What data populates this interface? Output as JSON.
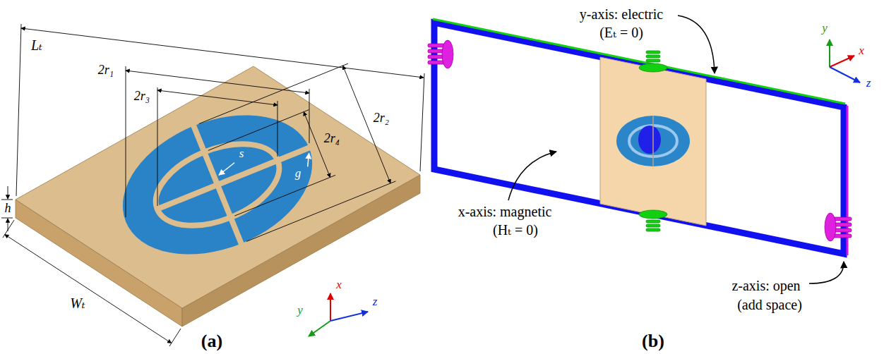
{
  "diagram": {
    "labels": [
      "Lₜ",
      "2r₁",
      "2r₃",
      "2r₂",
      "2r₄",
      "s",
      "g",
      "h",
      "Wₜ",
      "y",
      "x",
      "z",
      "(a)",
      "y-axis: electric",
      "(Eₜ = 0)",
      "x-axis: magnetic",
      "(Hₜ = 0)",
      "z-axis: open",
      "(add space)",
      "y",
      "x",
      "z",
      "(b)"
    ]
  }
}
